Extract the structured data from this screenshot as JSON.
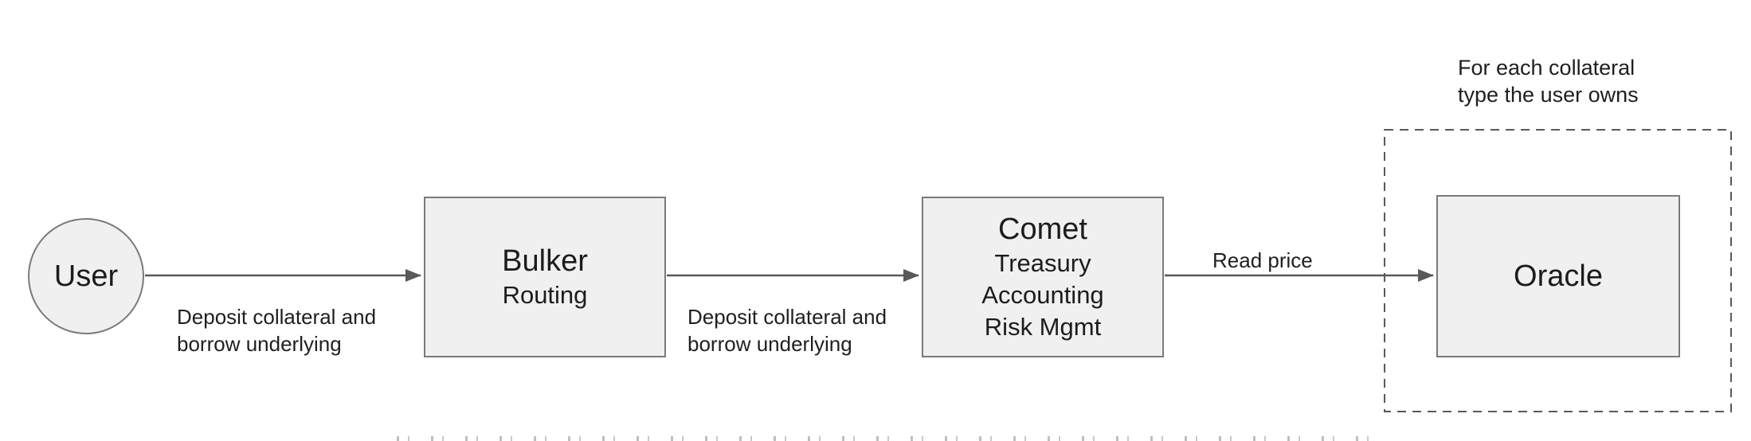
{
  "diagram": {
    "nodes": {
      "user": {
        "shape": "circle",
        "label": "User"
      },
      "bulker": {
        "shape": "rect",
        "title": "Bulker",
        "subtitle": "Routing"
      },
      "comet": {
        "shape": "rect",
        "title": "Comet",
        "lines": [
          "Treasury",
          "Accounting",
          "Risk Mgmt"
        ]
      },
      "oracle": {
        "shape": "rect",
        "label": "Oracle"
      }
    },
    "edges": {
      "user_to_bulker": {
        "label": "Deposit collateral and borrow underlying"
      },
      "bulker_to_comet": {
        "label": "Deposit collateral and borrow underlying"
      },
      "comet_to_oracle": {
        "label": "Read price"
      }
    },
    "group": {
      "label": "For each collateral type the user owns",
      "style": "dashed-rectangle"
    },
    "colors": {
      "background": "#ffffff",
      "node_fill": "#f0f0f0",
      "node_border": "#7a7a7a",
      "edge_stroke": "#595959",
      "text": "#1c1c1c"
    }
  }
}
